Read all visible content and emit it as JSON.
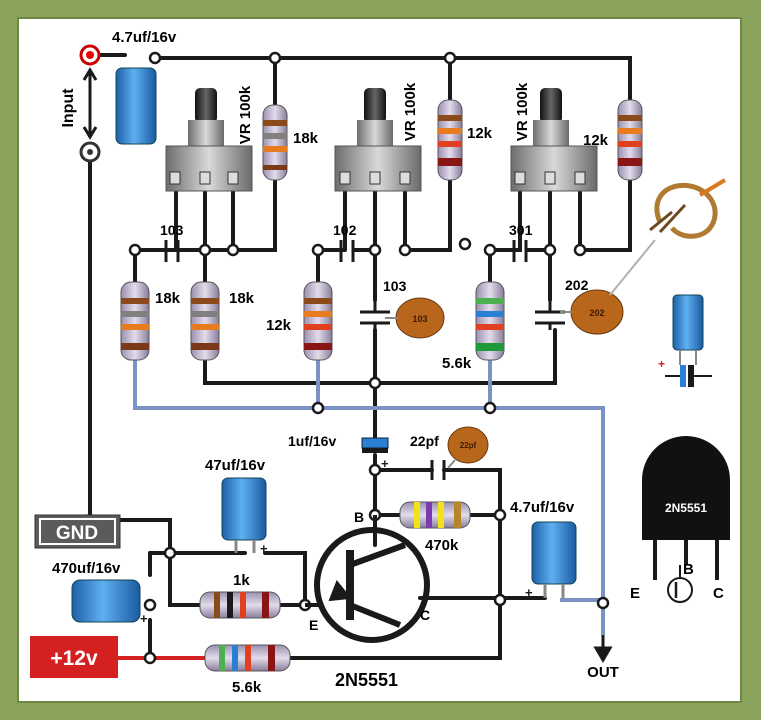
{
  "labels": {
    "input": "Input",
    "gnd": "GND",
    "supply": "+12v",
    "out": "OUT",
    "transistor": "2N5551",
    "transistor_body": "2N5551",
    "pin_b": "B",
    "pin_c": "C",
    "pin_e": "E",
    "pinout_e": "E",
    "pinout_b": "B",
    "pinout_c": "C"
  },
  "components": {
    "cap_input": "4.7uf/16v",
    "pot1": "VR 100k",
    "pot2": "VR 100k",
    "pot3": "VR 100k",
    "r_18k_top": "18k",
    "r_12k_top_mid": "12k",
    "r_12k_top_right": "12k",
    "c_103_left": "103",
    "c_102": "102",
    "c_301": "301",
    "r_18k_left": "18k",
    "r_18k_mid": "18k",
    "r_12k_mid": "12k",
    "c_103_mid": "103",
    "c_103_disc": "103",
    "c_202": "202",
    "c_202_disc": "202",
    "r_5k6_mid": "5.6k",
    "cap_1uf": "1uf/16v",
    "c_22pf": "22pf",
    "c_22pf_disc": "22pf",
    "cap_47uf": "47uf/16v",
    "r_470k": "470k",
    "cap_out": "4.7uf/16v",
    "cap_470uf": "470uf/16v",
    "r_1k": "1k",
    "r_5k6_bottom": "5.6k"
  },
  "colors": {
    "frame": "#8aa35a",
    "board": "#ffffff",
    "wire": "#1a1a1a",
    "ground_wire": "#7a92c4",
    "supply_red": "#d42020",
    "gnd_box": "#5b5b5b",
    "capacitor_blue": "#2b7fd4",
    "ceramic_brown": "#b8661c"
  }
}
